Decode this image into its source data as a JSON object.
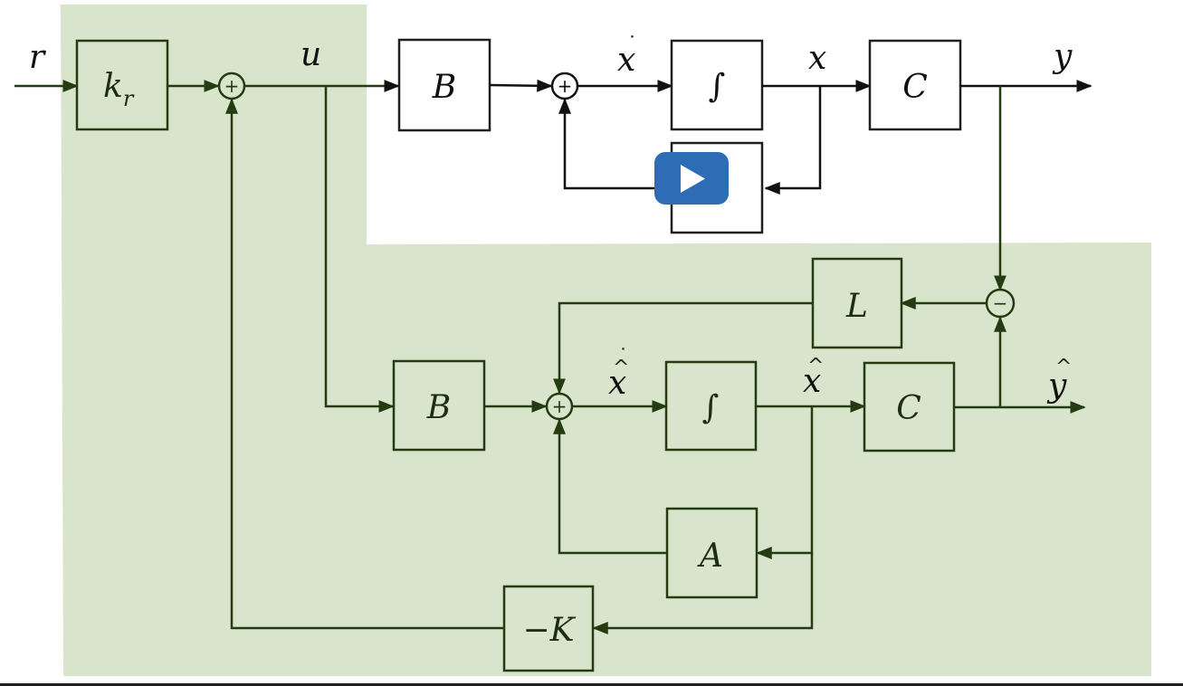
{
  "colors": {
    "highlight_region": "#d8e4cb",
    "play_button": "#2e6db5",
    "stroke": "#1f1f1f"
  },
  "signals": {
    "r": "r",
    "u": "u",
    "y": "y",
    "x": "x",
    "x_dot": "x",
    "x_hat": "x",
    "x_hat_dot": "x",
    "y_hat": "y"
  },
  "blocks": {
    "kr_main": "k",
    "kr_sub": "r",
    "B_plant": "B",
    "integrator_plant": "∫",
    "C_plant": "C",
    "L_gain": "L",
    "B_observer": "B",
    "integrator_observer": "∫",
    "C_observer": "C",
    "A_observer": "A",
    "neg_K": "−K"
  },
  "summing_junctions": {
    "plus": "+",
    "minus": "−"
  },
  "accents": {
    "dot": "˙",
    "hat": "^"
  },
  "video_overlay": {
    "icon": "play-icon"
  }
}
